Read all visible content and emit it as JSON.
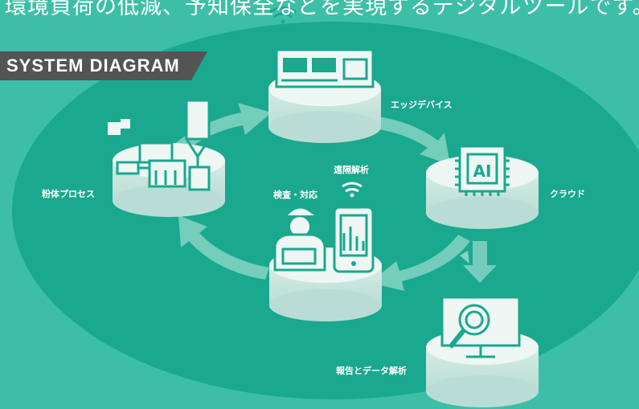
{
  "header": {
    "tagline": "環境負荷の低減、予知保全などを実現するデジタルツールです。"
  },
  "badge": {
    "label": "SYSTEM DIAGRAM"
  },
  "nodes": {
    "edge_device": "エッジデバイス",
    "cloud": "クラウド",
    "powder_process": "粉体プロセス",
    "inspection": "検査・対応",
    "remote_analysis": "遠隔解析",
    "report": "報告とデータ解析"
  },
  "icons": {
    "edge_device": "router-device-icon",
    "cloud": "ai-chip-icon",
    "powder_process": "factory-machine-icon",
    "inspection": "worker-helmet-icon",
    "remote_analysis": "smartphone-chart-icon",
    "report": "monitor-magnifier-icon"
  },
  "colors": {
    "background": "#3dbfa7",
    "ellipse": "#1aa88f",
    "ring_arrow": "#86d3c4",
    "cylinder_top": "#eef7f4",
    "cylinder_side": "#cfe7e1",
    "icon": "#1aa88f",
    "badge": "#545454"
  }
}
